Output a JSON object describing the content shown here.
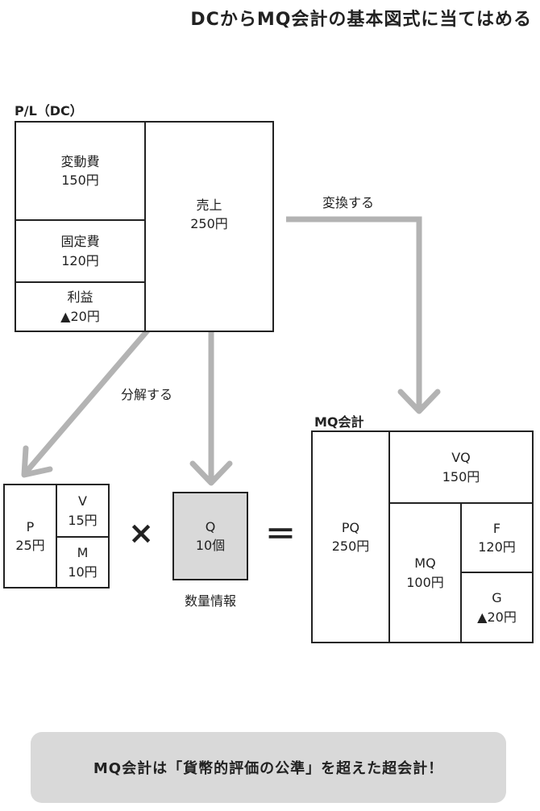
{
  "title": "DCからMQ会計の基本図式に当てはめる",
  "pl": {
    "heading": "P/L（DC）",
    "variable_cost": {
      "label": "変動費",
      "value": "150円"
    },
    "fixed_cost": {
      "label": "固定費",
      "value": "120円"
    },
    "profit": {
      "label": "利益",
      "value": "▲20円"
    },
    "sales": {
      "label": "売上",
      "value": "250円"
    }
  },
  "arrow_labels": {
    "convert": "変換する",
    "decompose": "分解する"
  },
  "price_box": {
    "p": {
      "label": "P",
      "value": "25円"
    },
    "v": {
      "label": "V",
      "value": "15円"
    },
    "m": {
      "label": "M",
      "value": "10円"
    }
  },
  "operators": {
    "multiply": "×",
    "equals": "＝"
  },
  "quantity_box": {
    "label": "Q",
    "value": "10個",
    "caption": "数量情報"
  },
  "mq": {
    "heading": "MQ会計",
    "pq": {
      "label": "PQ",
      "value": "250円"
    },
    "vq": {
      "label": "VQ",
      "value": "150円"
    },
    "mq": {
      "label": "MQ",
      "value": "100円"
    },
    "f": {
      "label": "F",
      "value": "120円"
    },
    "g": {
      "label": "G",
      "value": "▲20円"
    }
  },
  "banner": "MQ会計は「貨幣的評価の公準」を超えた超会計！",
  "colors": {
    "line": "#222222",
    "arrow": "#b3b3b3",
    "q_fill": "#d9d9d9",
    "banner_bg": "#d9d9d9"
  }
}
